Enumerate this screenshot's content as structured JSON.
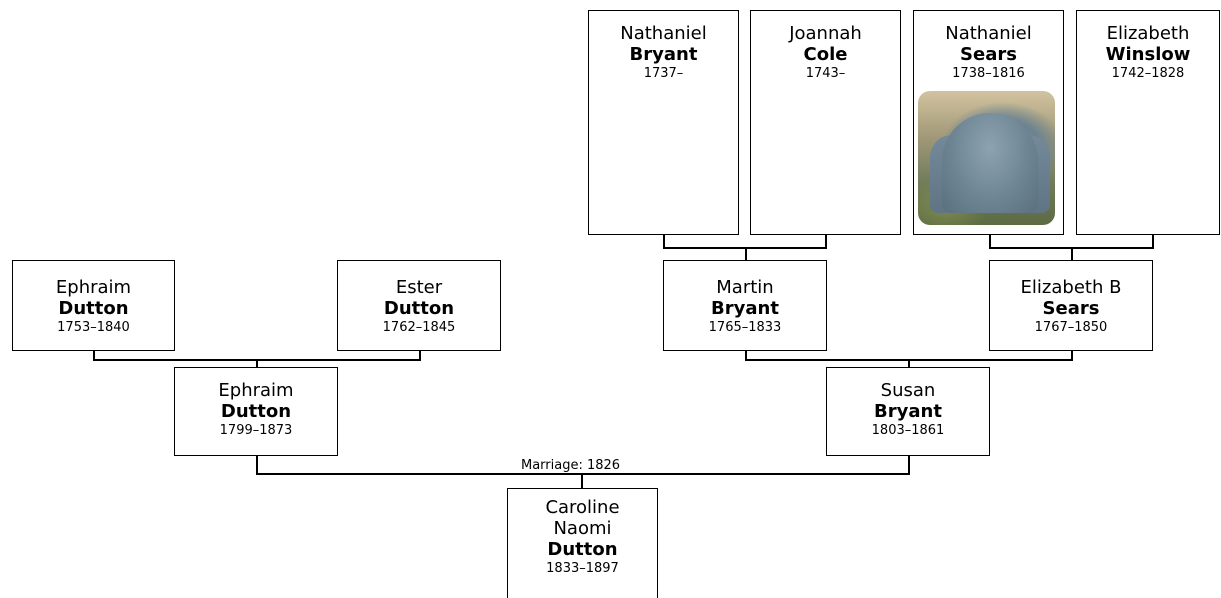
{
  "people": {
    "p1": {
      "given": "Nathaniel",
      "surname": "Bryant",
      "dates": "1737–"
    },
    "p2": {
      "given": "Joannah",
      "surname": "Cole",
      "dates": "1743–"
    },
    "p3": {
      "given": "Nathaniel",
      "surname": "Sears",
      "dates": "1738–1816"
    },
    "p4": {
      "given": "Elizabeth",
      "surname": "Winslow",
      "dates": "1742–1828"
    },
    "p5": {
      "given": "Ephraim",
      "surname": "Dutton",
      "dates": "1753–1840"
    },
    "p6": {
      "given": "Ester",
      "surname": "Dutton",
      "dates": "1762–1845"
    },
    "p7": {
      "given": "Martin",
      "surname": "Bryant",
      "dates": "1765–1833"
    },
    "p8": {
      "given": "Elizabeth B",
      "surname": "Sears",
      "dates": "1767–1850"
    },
    "p9": {
      "given": "Ephraim",
      "surname": "Dutton",
      "dates": "1799–1873"
    },
    "p10": {
      "given": "Susan",
      "surname": "Bryant",
      "dates": "1803–1861"
    },
    "p11": {
      "given_line1": "Caroline",
      "given_line2": "Naomi",
      "surname": "Dutton",
      "dates": "1833–1897"
    }
  },
  "marriage_label": "Marriage: 1826",
  "photo": {
    "icon": "gravestone-photo"
  }
}
